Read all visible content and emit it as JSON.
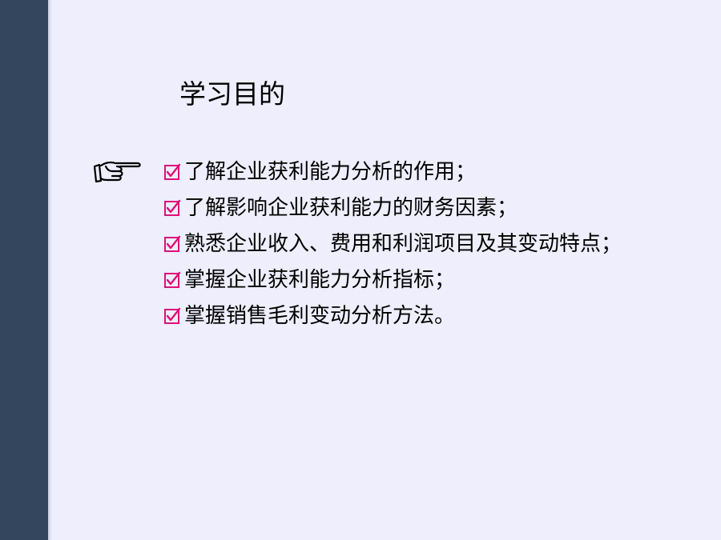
{
  "slide": {
    "title": "学习目的",
    "pointer_icon": "pointing-hand-icon",
    "checkbox_icon": "checked-box-icon",
    "colors": {
      "background": "#eeeefc",
      "sidebar": "#33465e",
      "checkbox": "#e0107a",
      "text": "#000000"
    },
    "objectives": [
      "了解企业获利能力分析的作用；",
      "了解影响企业获利能力的财务因素；",
      "熟悉企业收入、费用和利润项目及其变动特点；",
      "掌握企业获利能力分析指标；",
      "掌握销售毛利变动分析方法。"
    ]
  }
}
